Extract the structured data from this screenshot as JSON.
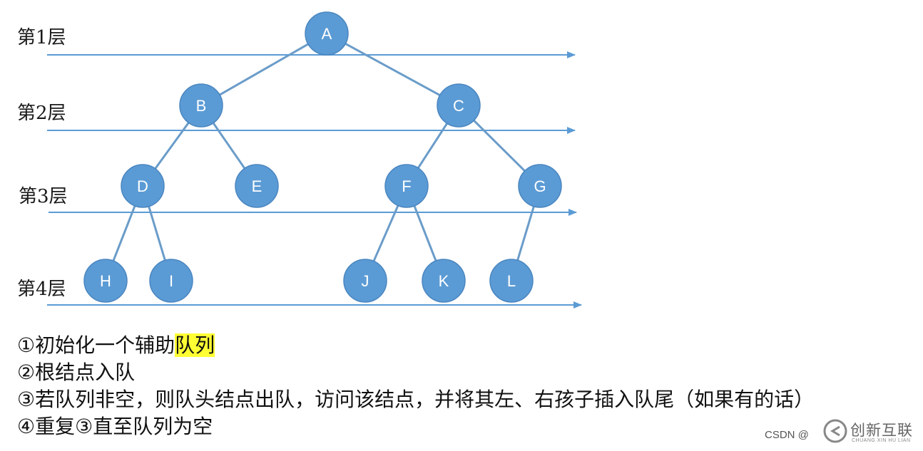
{
  "diagram": {
    "levels": [
      {
        "label": "第1层"
      },
      {
        "label": "第2层"
      },
      {
        "label": "第3层"
      },
      {
        "label": "第4层"
      }
    ],
    "nodes": [
      {
        "id": "A",
        "label": "A"
      },
      {
        "id": "B",
        "label": "B"
      },
      {
        "id": "C",
        "label": "C"
      },
      {
        "id": "D",
        "label": "D"
      },
      {
        "id": "E",
        "label": "E"
      },
      {
        "id": "F",
        "label": "F"
      },
      {
        "id": "G",
        "label": "G"
      },
      {
        "id": "H",
        "label": "H"
      },
      {
        "id": "I",
        "label": "I"
      },
      {
        "id": "J",
        "label": "J"
      },
      {
        "id": "K",
        "label": "K"
      },
      {
        "id": "L",
        "label": "L"
      }
    ],
    "edges": [
      [
        "A",
        "B"
      ],
      [
        "A",
        "C"
      ],
      [
        "B",
        "D"
      ],
      [
        "B",
        "E"
      ],
      [
        "C",
        "F"
      ],
      [
        "C",
        "G"
      ],
      [
        "D",
        "H"
      ],
      [
        "D",
        "I"
      ],
      [
        "F",
        "J"
      ],
      [
        "F",
        "K"
      ],
      [
        "G",
        "L"
      ]
    ],
    "colors": {
      "node_fill": "#5b9bd5",
      "node_stroke": "#4a86c0",
      "edge": "#6a9cc9",
      "arrow": "#5b9bd5",
      "highlight": "#ffff33"
    }
  },
  "steps": {
    "s1_prefix": "①初始化一个辅助",
    "s1_highlight": "队列",
    "s2": "②根结点入队",
    "s3": "③若队列非空，则队头结点出队，访问该结点，并将其左、右孩子插入队尾（如果有的话）",
    "s4": "④重复③直至队列为空"
  },
  "watermark": {
    "csdn": "CSDN @",
    "brand": "创新互联",
    "brand_sub": "CHUANG XIN HU LIAN"
  }
}
